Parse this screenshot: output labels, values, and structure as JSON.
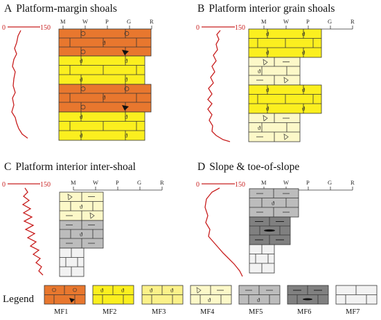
{
  "panels": [
    {
      "letter": "A",
      "title": "Platform-margin shoals"
    },
    {
      "letter": "B",
      "title": "Platform interior grain shoals"
    },
    {
      "letter": "C",
      "title": "Platform interior inter-shoal"
    },
    {
      "letter": "D",
      "title": "Slope & toe-of-slope"
    }
  ],
  "scale": {
    "min": "0",
    "max": "150"
  },
  "texture_ticks": [
    "M",
    "W",
    "P",
    "G",
    "R"
  ],
  "legend": {
    "title": "Legend",
    "items": [
      "MF1",
      "MF2",
      "MF3",
      "MF4",
      "MF5",
      "MF6",
      "MF7"
    ]
  },
  "colors": {
    "MF1": "#e8772e",
    "MF2": "#fbef1f",
    "MF3": "#fbf189",
    "MF4": "#fcf8c8",
    "MF5": "#bcbcbc",
    "MF6": "#808080",
    "MF7": "#f2f2f2",
    "curve": "#c81e1e"
  }
}
